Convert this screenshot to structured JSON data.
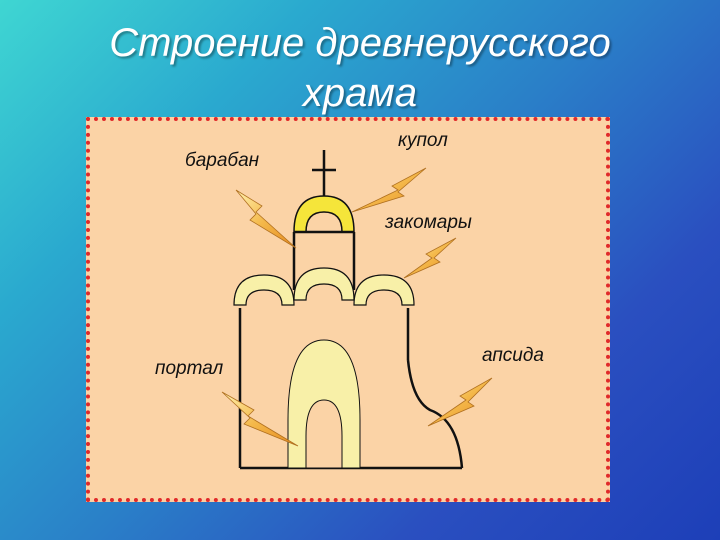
{
  "title": {
    "line1": "Строение древнерусского",
    "line2": "храма"
  },
  "labels": {
    "baraban": "барабан",
    "kupol": "купол",
    "zakomary": "закомары",
    "portal": "портал",
    "apsida": "апсида"
  },
  "colors": {
    "background_start": "#3fd6d2",
    "background_end": "#1d3fb8",
    "panel": "#fbd3a6",
    "panel_border": "#e02a2a",
    "dome": "#f5e53a",
    "arch_fill": "#f8f0a8",
    "arrow": "#f4b84a"
  }
}
